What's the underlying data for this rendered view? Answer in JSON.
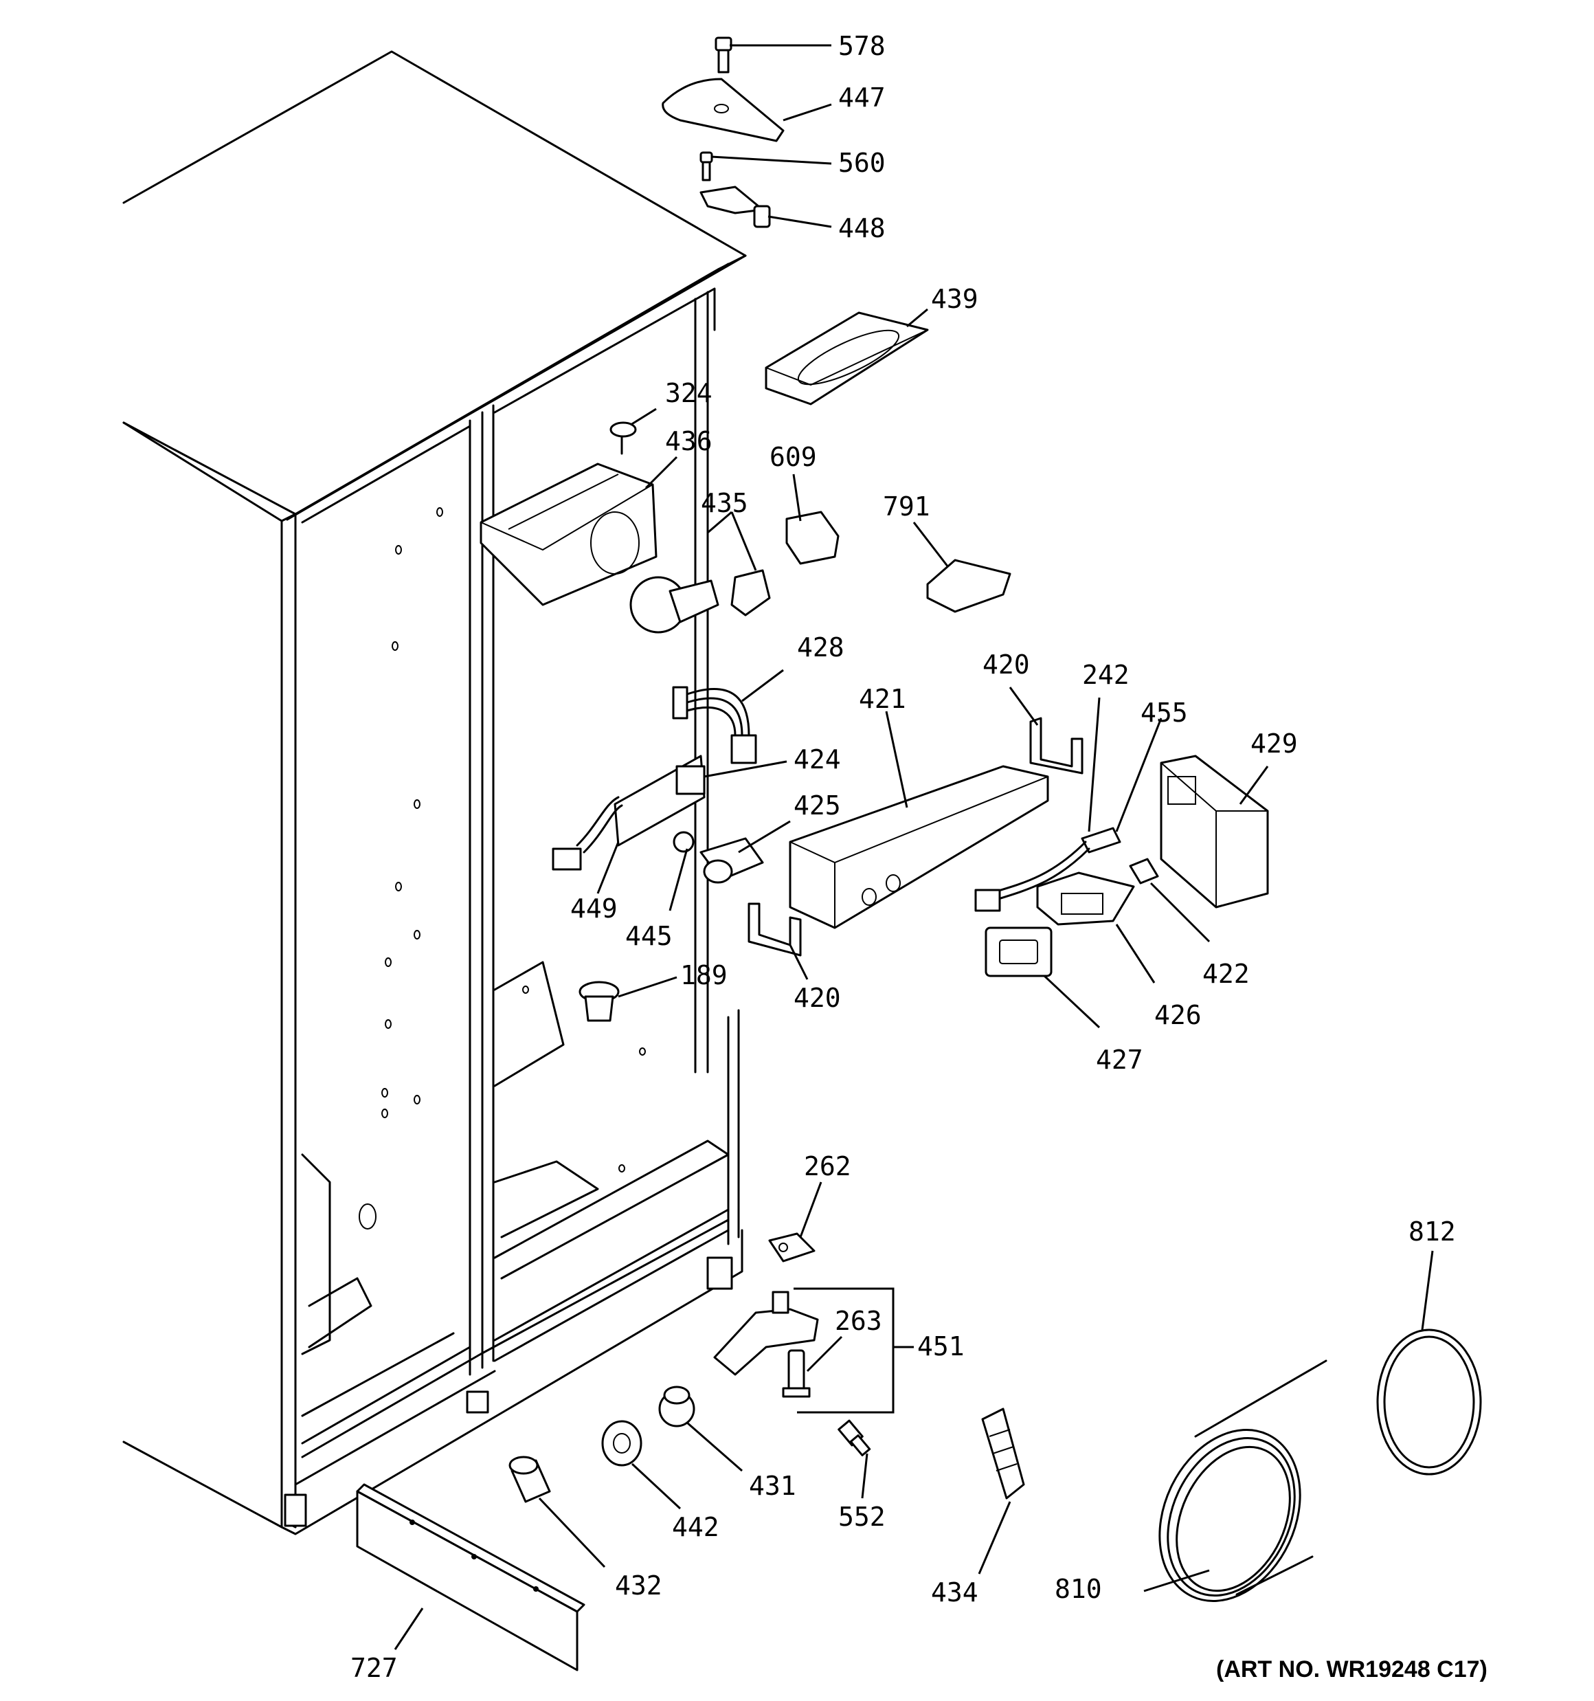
{
  "diagram": {
    "art_no": "(ART NO. WR19248 C17)",
    "labels": {
      "p578": "578",
      "p447": "447",
      "p560": "560",
      "p448": "448",
      "p439": "439",
      "p324": "324",
      "p436": "436",
      "p609": "609",
      "p435": "435",
      "p791": "791",
      "p428": "428",
      "p420a": "420",
      "p242": "242",
      "p455": "455",
      "p421": "421",
      "p429": "429",
      "p424": "424",
      "p425": "425",
      "p449": "449",
      "p445": "445",
      "p420b": "420",
      "p422": "422",
      "p426": "426",
      "p427": "427",
      "p189": "189",
      "p262": "262",
      "p263": "263",
      "p451": "451",
      "p812": "812",
      "p431": "431",
      "p442": "442",
      "p552": "552",
      "p432": "432",
      "p434": "434",
      "p810": "810",
      "p727": "727"
    }
  }
}
